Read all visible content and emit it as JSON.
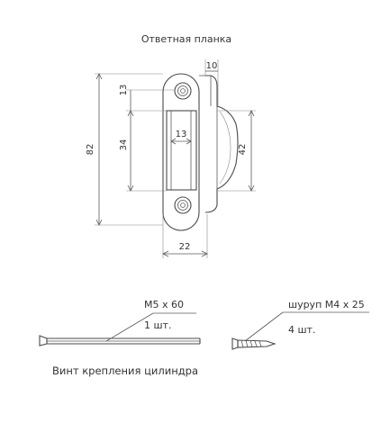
{
  "title": "Ответная планка",
  "dimensions": {
    "total_height": "82",
    "hole_offset": "13",
    "slot_height": "34",
    "slot_width": "13",
    "lip_width": "10",
    "lip_height": "42",
    "plate_width": "22"
  },
  "screw_m5": {
    "label": "М5 х 60",
    "qty": "1 шт."
  },
  "screw_m4": {
    "label": "шуруп М4 х 25",
    "qty": "4 шт."
  },
  "caption": "Винт крепления цилиндра",
  "colors": {
    "line": "#4a4a4a",
    "text": "#333333"
  }
}
